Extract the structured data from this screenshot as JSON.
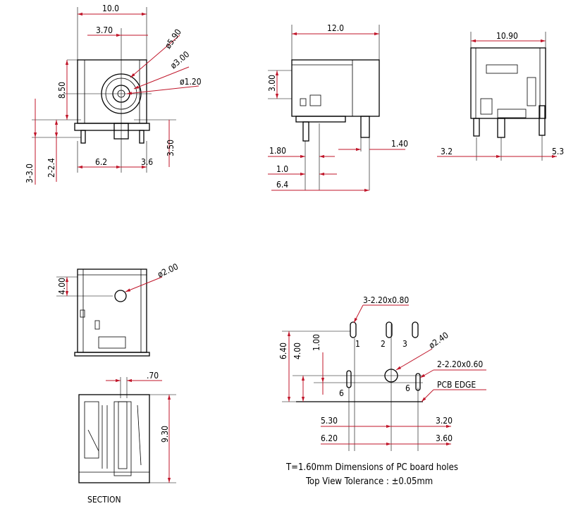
{
  "front": {
    "w_total": "10.0",
    "w_center": "3.70",
    "d_outer": "ø5.90",
    "d_mid": "ø3.00",
    "d_pin": "ø1.20",
    "h_center": "8.50",
    "h_pin": "3.50",
    "w_left": "6.2",
    "w_right": "3.6",
    "pin_a": "2-2.4",
    "pin_b": "3-3.0"
  },
  "side": {
    "w_total": "12.0",
    "h_body": "3.00",
    "pin_gap": "1.40",
    "d1": "1.80",
    "d2": "1.0",
    "d3": "6.4"
  },
  "rear": {
    "w_total": "10.90",
    "left": "3.2",
    "right": "5.3"
  },
  "bottom": {
    "h": "4.00",
    "hole": "ø2.00"
  },
  "section": {
    "w": ".70",
    "h": "9.30",
    "label": "SECTION"
  },
  "pcb": {
    "slots_top": "3-2.20x0.80",
    "slots_bottom": "2-2.20x0.60",
    "hole": "ø2.40",
    "edge": "PCB EDGE",
    "h1": "6.40",
    "h2": "4.00",
    "h3": "1.00",
    "w1": "5.30",
    "w2": "3.20",
    "w3": "6.20",
    "w4": "3.60",
    "pin1": "1",
    "pin2": "2",
    "pin3": "3",
    "pin6a": "6",
    "pin6b": "6",
    "note1": "T=1.60mm Dimensions of PC board holes",
    "note2": "Top View  Tolerance :  ±0.05mm"
  }
}
